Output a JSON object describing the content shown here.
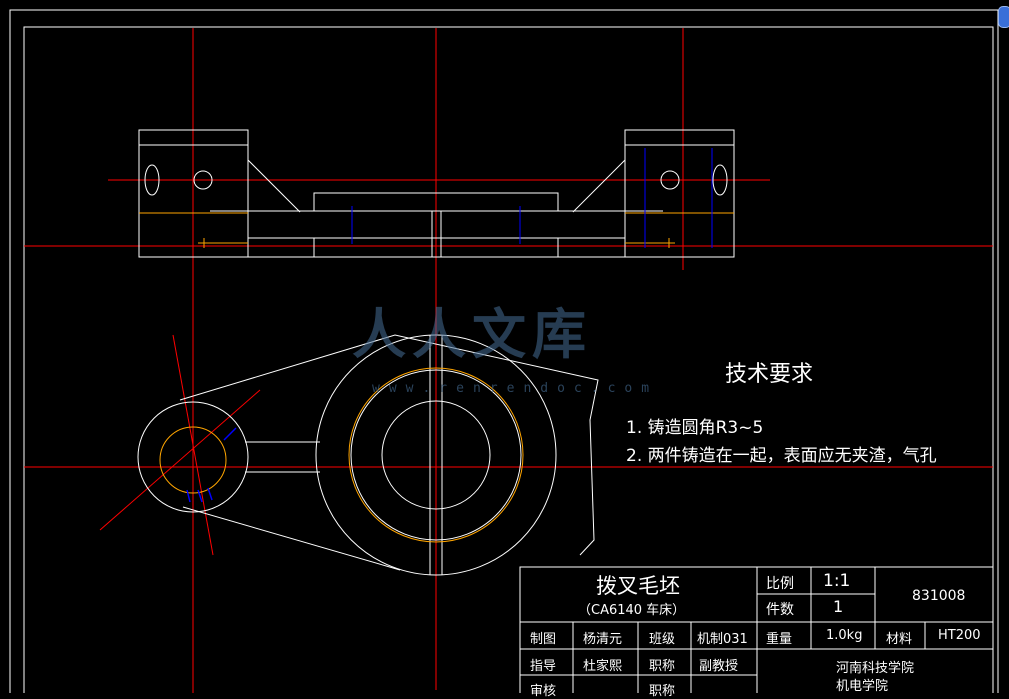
{
  "tech": {
    "heading": "技术要求",
    "req1": "1. 铸造圆角R3~5",
    "req2": "2. 两件铸造在一起，表面应无夹渣，气孔"
  },
  "watermark": {
    "text": "人人文库",
    "url": "www.renrendoc.com"
  },
  "title_block": {
    "part_name": "拨叉毛坯",
    "subtitle": "（CA6140  车床）",
    "scale_label": "比例",
    "scale_value": "1:1",
    "qty_label": "件数",
    "qty_value": "1",
    "drawing_no": "831008",
    "drawn_label": "制图",
    "drawn_by": "杨清元",
    "class_label": "班级",
    "class_value": "机制031",
    "weight_label": "重量",
    "weight_value": "1.0kg",
    "material_label": "材料",
    "material_value": "HT200",
    "guide_label": "指导",
    "guide_name": "杜家熙",
    "title_label": "职称",
    "guide_title": "副教授",
    "school": "河南科技学院",
    "dept": "机电学院",
    "review_label": "审核",
    "review_title_label": "职称"
  },
  "colors": {
    "background": "#000000",
    "outline": "#ffffff",
    "centerline": "#ff0000",
    "hidden": "#ffa500",
    "dimension": "#0000ff"
  }
}
